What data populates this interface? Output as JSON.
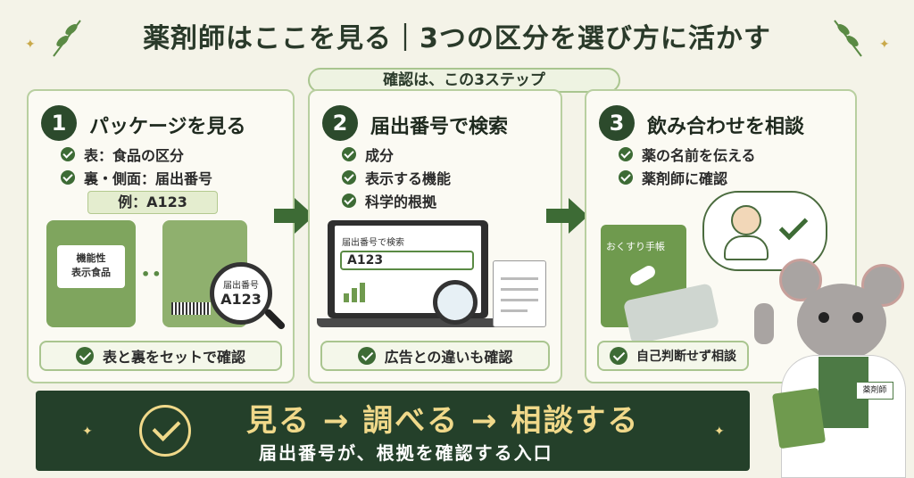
{
  "title": "薬剤師はここを見る｜3つの区分を選び方に活かす",
  "steps_label": "確認は、この3ステップ",
  "panels": [
    {
      "number": "1",
      "title": "パッケージを見る",
      "checks": [
        "表：食品の区分",
        "裏・側面：届出番号"
      ],
      "example": "例：A123",
      "package_front": "機能性\n表示食品",
      "package_back_label": "届出番号",
      "package_back_value": "A123",
      "bottom": "表と裏をセットで確認"
    },
    {
      "number": "2",
      "title": "届出番号で検索",
      "checks": [
        "成分",
        "表示する機能",
        "科学的根拠"
      ],
      "search_title": "届出番号で検索",
      "search_value": "A123",
      "bottom": "広告との違いも確認"
    },
    {
      "number": "3",
      "title": "飲み合わせを相談",
      "checks": [
        "薬の名前を伝える",
        "薬剤師に確認"
      ],
      "handbook": "おくすり手帳",
      "badge": "薬剤師",
      "bottom": "自己判断せず相談"
    }
  ],
  "banner": {
    "main": "見る → 調べる → 相談する",
    "sub": "届出番号が、根拠を確認する入口"
  },
  "colors": {
    "dark_green": "#24402a",
    "accent_green": "#3d6b35",
    "gold": "#f0d98a",
    "background": "#f4f3e8"
  }
}
